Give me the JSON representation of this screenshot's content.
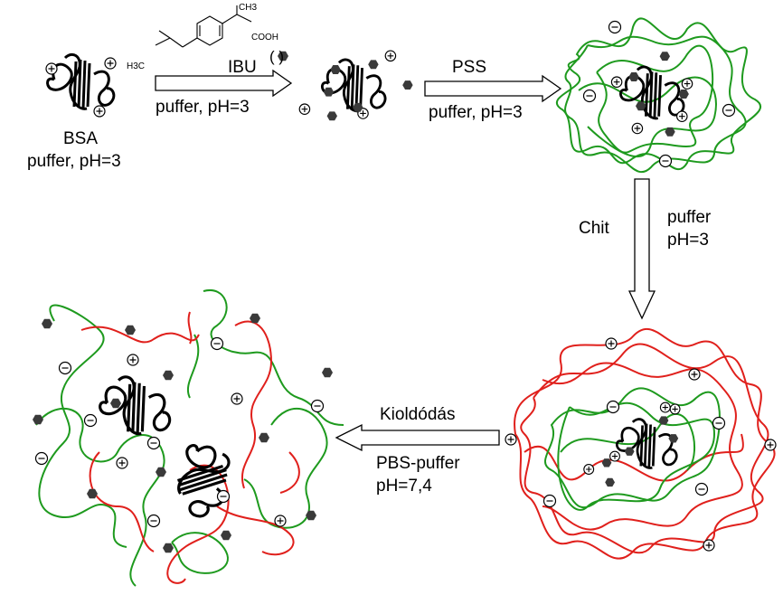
{
  "labels": {
    "bsa": "BSA",
    "bsa_condition": "puffer, pH=3",
    "ibu": "IBU",
    "ibu_symbol_note": "( )",
    "step1_condition": "puffer, pH=3",
    "pss": "PSS",
    "step2_condition": "puffer, pH=3",
    "chit": "Chit",
    "step3_condition_line1": "puffer",
    "step3_condition_line2": "pH=3",
    "release": "Kioldódás",
    "release_condition_line1": "PBS-puffer",
    "release_condition_line2": "pH=7,4"
  },
  "structure": {
    "ch3": "CH3",
    "cooh": "COOH",
    "h3c": "H3C"
  },
  "colors": {
    "protein": "#000000",
    "pss_strand": "#1e9a1e",
    "chitosan_strand": "#e0201c",
    "drug": "#3a3a3a"
  }
}
